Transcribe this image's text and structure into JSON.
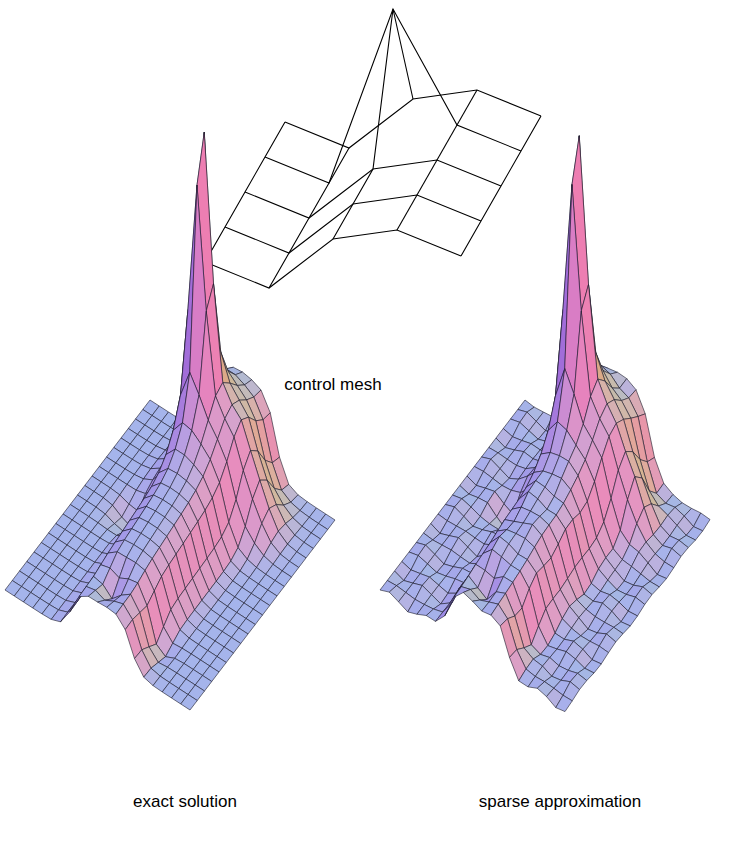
{
  "diagram": {
    "labels": [
      "control mesh",
      "exact solution",
      "sparse approximation"
    ]
  }
}
